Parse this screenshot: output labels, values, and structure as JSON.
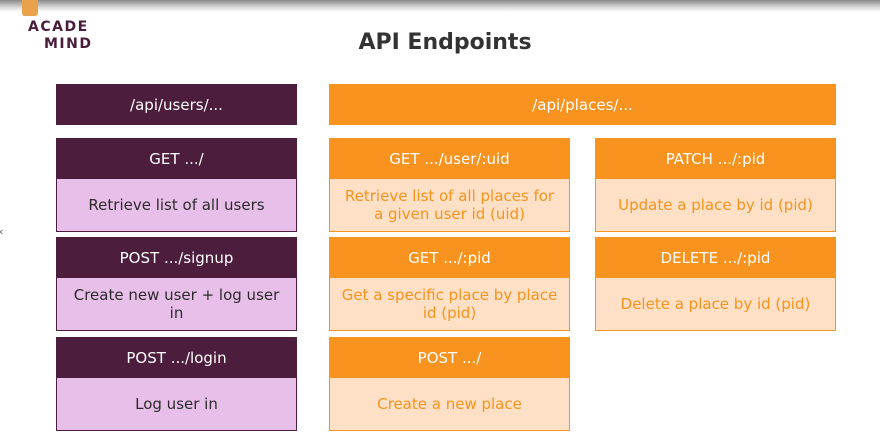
{
  "logo": {
    "line1": "ACADE",
    "line2": "MIND"
  },
  "title": "API Endpoints",
  "users": {
    "header": "/api/users/...",
    "endpoints": [
      {
        "method": "GET .../",
        "description": "Retrieve list of all users"
      },
      {
        "method": "POST .../signup",
        "description": "Create new user + log user in"
      },
      {
        "method": "POST .../login",
        "description": "Log user in"
      }
    ]
  },
  "places": {
    "header": "/api/places/...",
    "endpoints": [
      {
        "method": "GET .../user/:uid",
        "description": "Retrieve list of all places for a given user id (uid)"
      },
      {
        "method": "PATCH .../:pid",
        "description": "Update a place by id (pid)"
      },
      {
        "method": "GET .../:pid",
        "description": "Get a specific place by place id (pid)"
      },
      {
        "method": "DELETE .../:pid",
        "description": "Delete a place by id (pid)"
      },
      {
        "method": "POST .../",
        "description": "Create a new place"
      }
    ]
  },
  "colors": {
    "purple_dark": "#4c1d3c",
    "purple_light": "#e8bfe9",
    "orange": "#f7931e",
    "orange_light": "#fde0c5"
  }
}
